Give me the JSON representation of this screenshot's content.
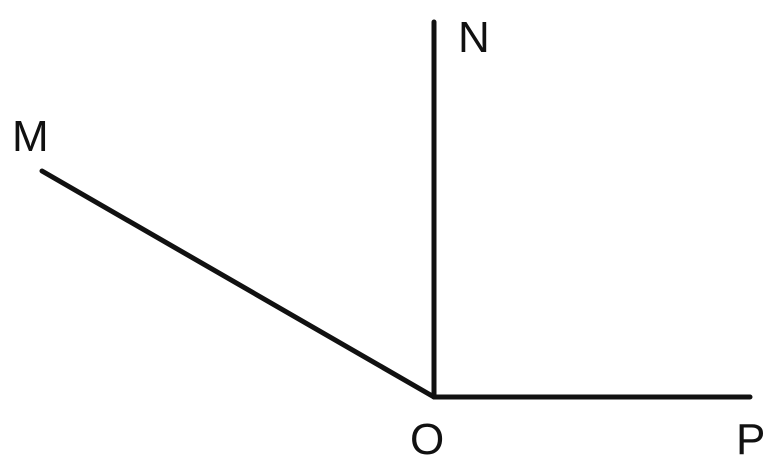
{
  "labels": {
    "m": "M",
    "n": "N",
    "o": "O",
    "p": "P"
  },
  "colors": {
    "line": "#111111",
    "background": "#ffffff"
  }
}
